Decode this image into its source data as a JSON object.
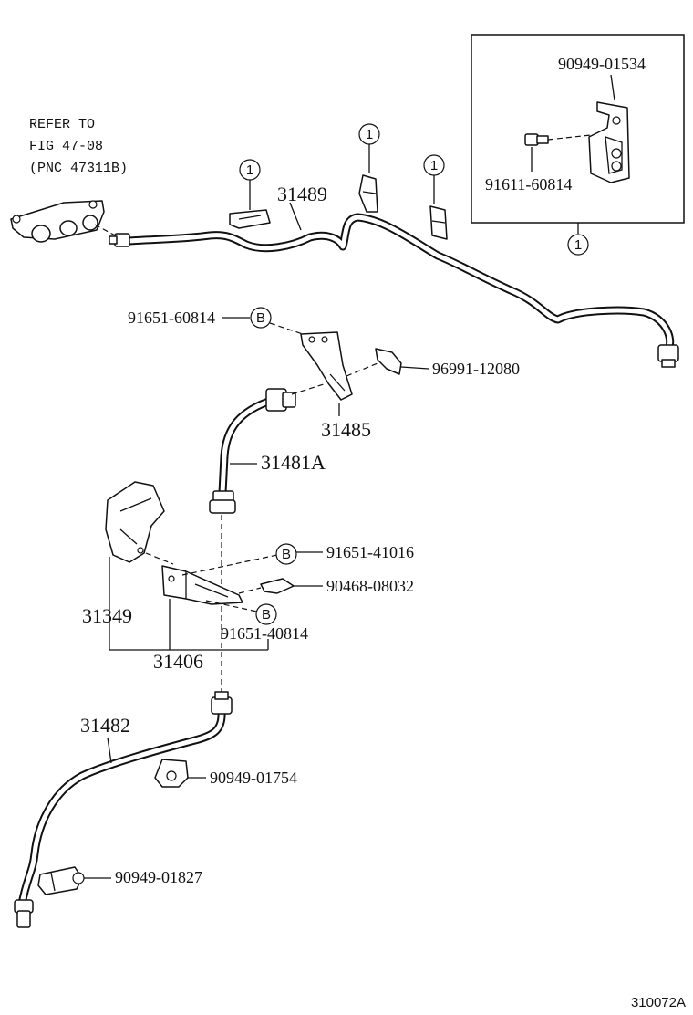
{
  "refer_note": {
    "line1": "REFER TO",
    "line2": "FIG 47-08",
    "line3": "(PNC 47311B)"
  },
  "callouts": {
    "circle_one": "1",
    "circle_b": "B"
  },
  "parts": {
    "p_31489": "31489",
    "p_90949_01534": "90949-01534",
    "p_91611_60814": "91611-60814",
    "p_91651_60814": "91651-60814",
    "p_96991_12080": "96991-12080",
    "p_31485": "31485",
    "p_31481A": "31481A",
    "p_91651_41016": "91651-41016",
    "p_90468_08032": "90468-08032",
    "p_31349": "31349",
    "p_91651_40814": "91651-40814",
    "p_31406": "31406",
    "p_31482": "31482",
    "p_90949_01754": "90949-01754",
    "p_90949_01827": "90949-01827"
  },
  "figure_code": "310072A"
}
